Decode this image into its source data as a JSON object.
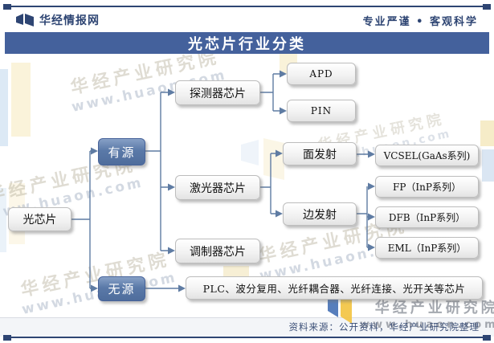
{
  "header": {
    "brand": "华经情报网",
    "motto": "专业严谨 • 客观科学",
    "logo_icon": "book-flag-icon"
  },
  "title": "光芯片行业分类",
  "diagram": {
    "root": "光芯片",
    "active": "有源",
    "passive": "无源",
    "detector": "探测器芯片",
    "laser": "激光器芯片",
    "modulator": "调制器芯片",
    "apd": "APD",
    "pin": "PIN",
    "surface": "面发射",
    "edge": "边发射",
    "vcsel": "VCSEL(GaAs系列)",
    "fp": "FP（InP系列）",
    "dfb": "DFB（InP系列）",
    "eml": "EML（InP系列）",
    "passive_chips": "PLC、波分复用、光纤耦合器、光纤连接、光开关等芯片"
  },
  "watermark": {
    "org": "华经产业研究院",
    "url": "www.huaon.com",
    "flag_icon": "huaon-flag-icon"
  },
  "footer": {
    "source": "资料来源：公开资料，华经产业研究院整理"
  },
  "colors": {
    "navy": "#2e4573",
    "title_bar": "#44619c",
    "node_blue": "#5a79a8",
    "connector": "#5f7ca3",
    "flag_blue": "#3a67b0",
    "flag_yellow": "#f3c33f"
  }
}
